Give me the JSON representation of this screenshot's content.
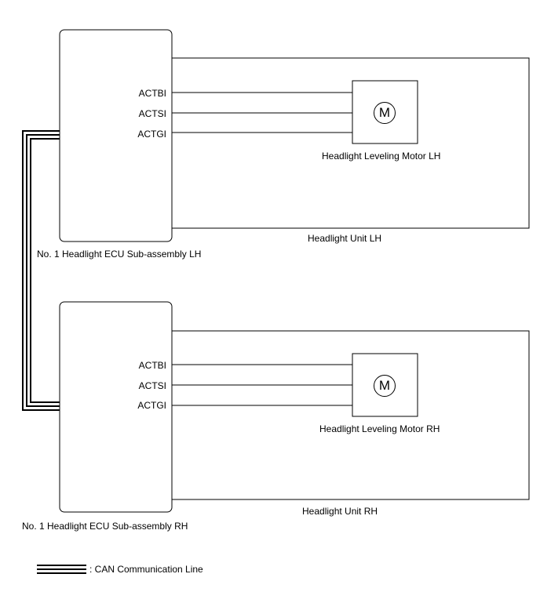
{
  "lh": {
    "ecu_label": "No. 1 Headlight ECU Sub-assembly LH",
    "unit_label": "Headlight Unit LH",
    "motor_label": "Headlight Leveling Motor LH",
    "motor_symbol": "M",
    "pins": [
      "ACTBI",
      "ACTSI",
      "ACTGI"
    ]
  },
  "rh": {
    "ecu_label": "No. 1 Headlight ECU Sub-assembly RH",
    "unit_label": "Headlight Unit RH",
    "motor_label": "Headlight Leveling Motor RH",
    "motor_symbol": "M",
    "pins": [
      "ACTBI",
      "ACTSI",
      "ACTGI"
    ]
  },
  "legend": {
    "label": ": CAN Communication Line"
  }
}
